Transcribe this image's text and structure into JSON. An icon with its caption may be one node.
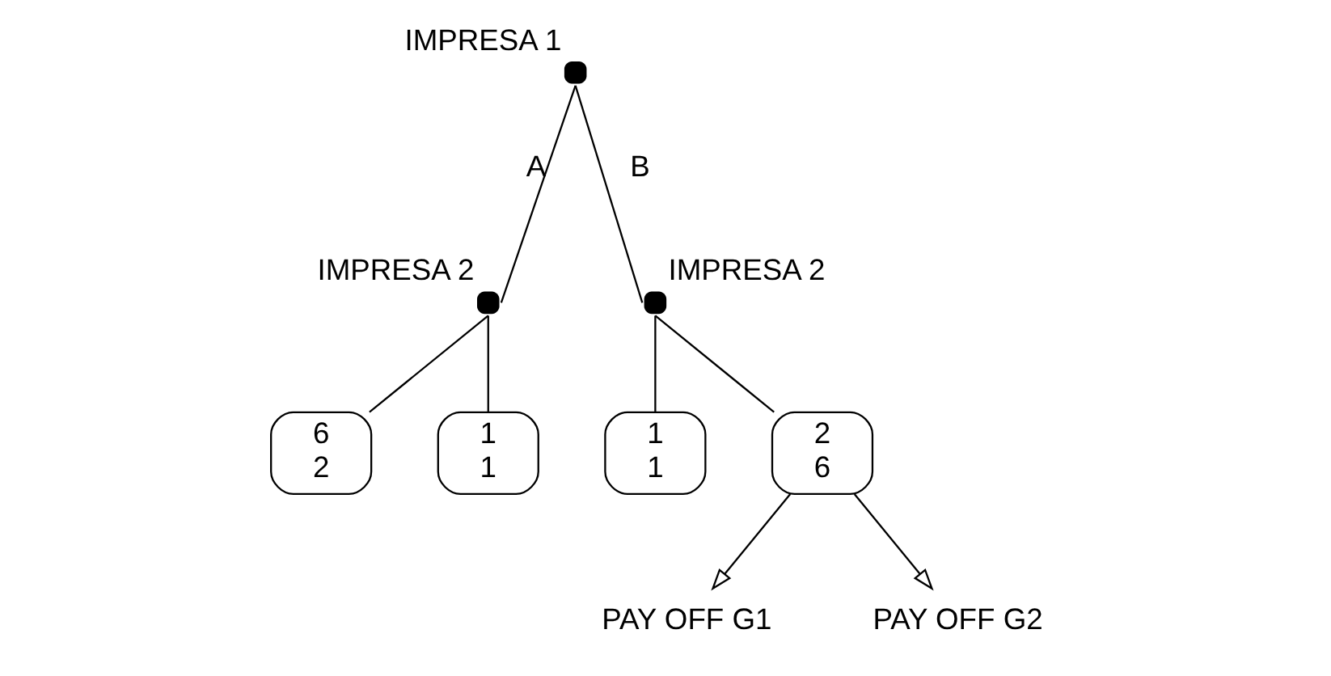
{
  "diagram": {
    "nodes": [
      {
        "text": [],
        "shape": "circle",
        "beside": [
          "IMPRESA 1"
        ]
      },
      {
        "text": [],
        "shape": "circle",
        "beside": [
          "IMPRESA 2"
        ]
      },
      {
        "text": [],
        "shape": "circle",
        "beside": [
          "IMPRESA 2"
        ]
      },
      {
        "text": [
          "6",
          "2"
        ]
      },
      {
        "text": [
          "1",
          "1"
        ]
      },
      {
        "text": [
          "1",
          "1"
        ]
      },
      {
        "text": [
          "2",
          "6"
        ]
      },
      {
        "text": [
          "PAY OFF G1"
        ]
      },
      {
        "text": [
          "PAY OFF G2"
        ]
      }
    ],
    "edges": [
      {
        "from": 0,
        "to": 1,
        "arrow": "none",
        "label": "A"
      },
      {
        "from": 0,
        "to": 2,
        "arrow": "none",
        "label": "B"
      },
      {
        "from": 1,
        "to": 3,
        "arrow": "none"
      },
      {
        "from": 1,
        "to": 4,
        "arrow": "none"
      },
      {
        "from": 2,
        "to": 5,
        "arrow": "none"
      },
      {
        "from": 2,
        "to": 6,
        "arrow": "none"
      },
      {
        "from": 6,
        "to": 7,
        "arrow": "to"
      },
      {
        "from": 6,
        "to": 8,
        "arrow": "to"
      }
    ]
  }
}
